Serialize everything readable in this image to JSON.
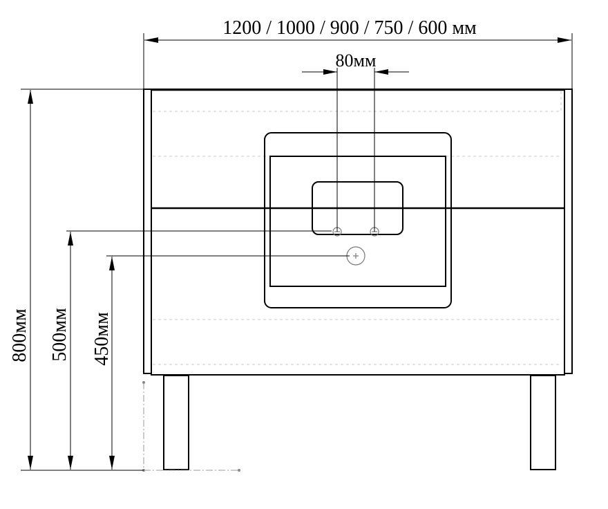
{
  "dimensions": {
    "width_label": "1200 / 1000 / 900 / 750 / 600 мм",
    "spacing_label": "80мм",
    "height_total_label": "800мм",
    "height_mixer_label": "500мм",
    "height_drain_label": "450мм"
  }
}
